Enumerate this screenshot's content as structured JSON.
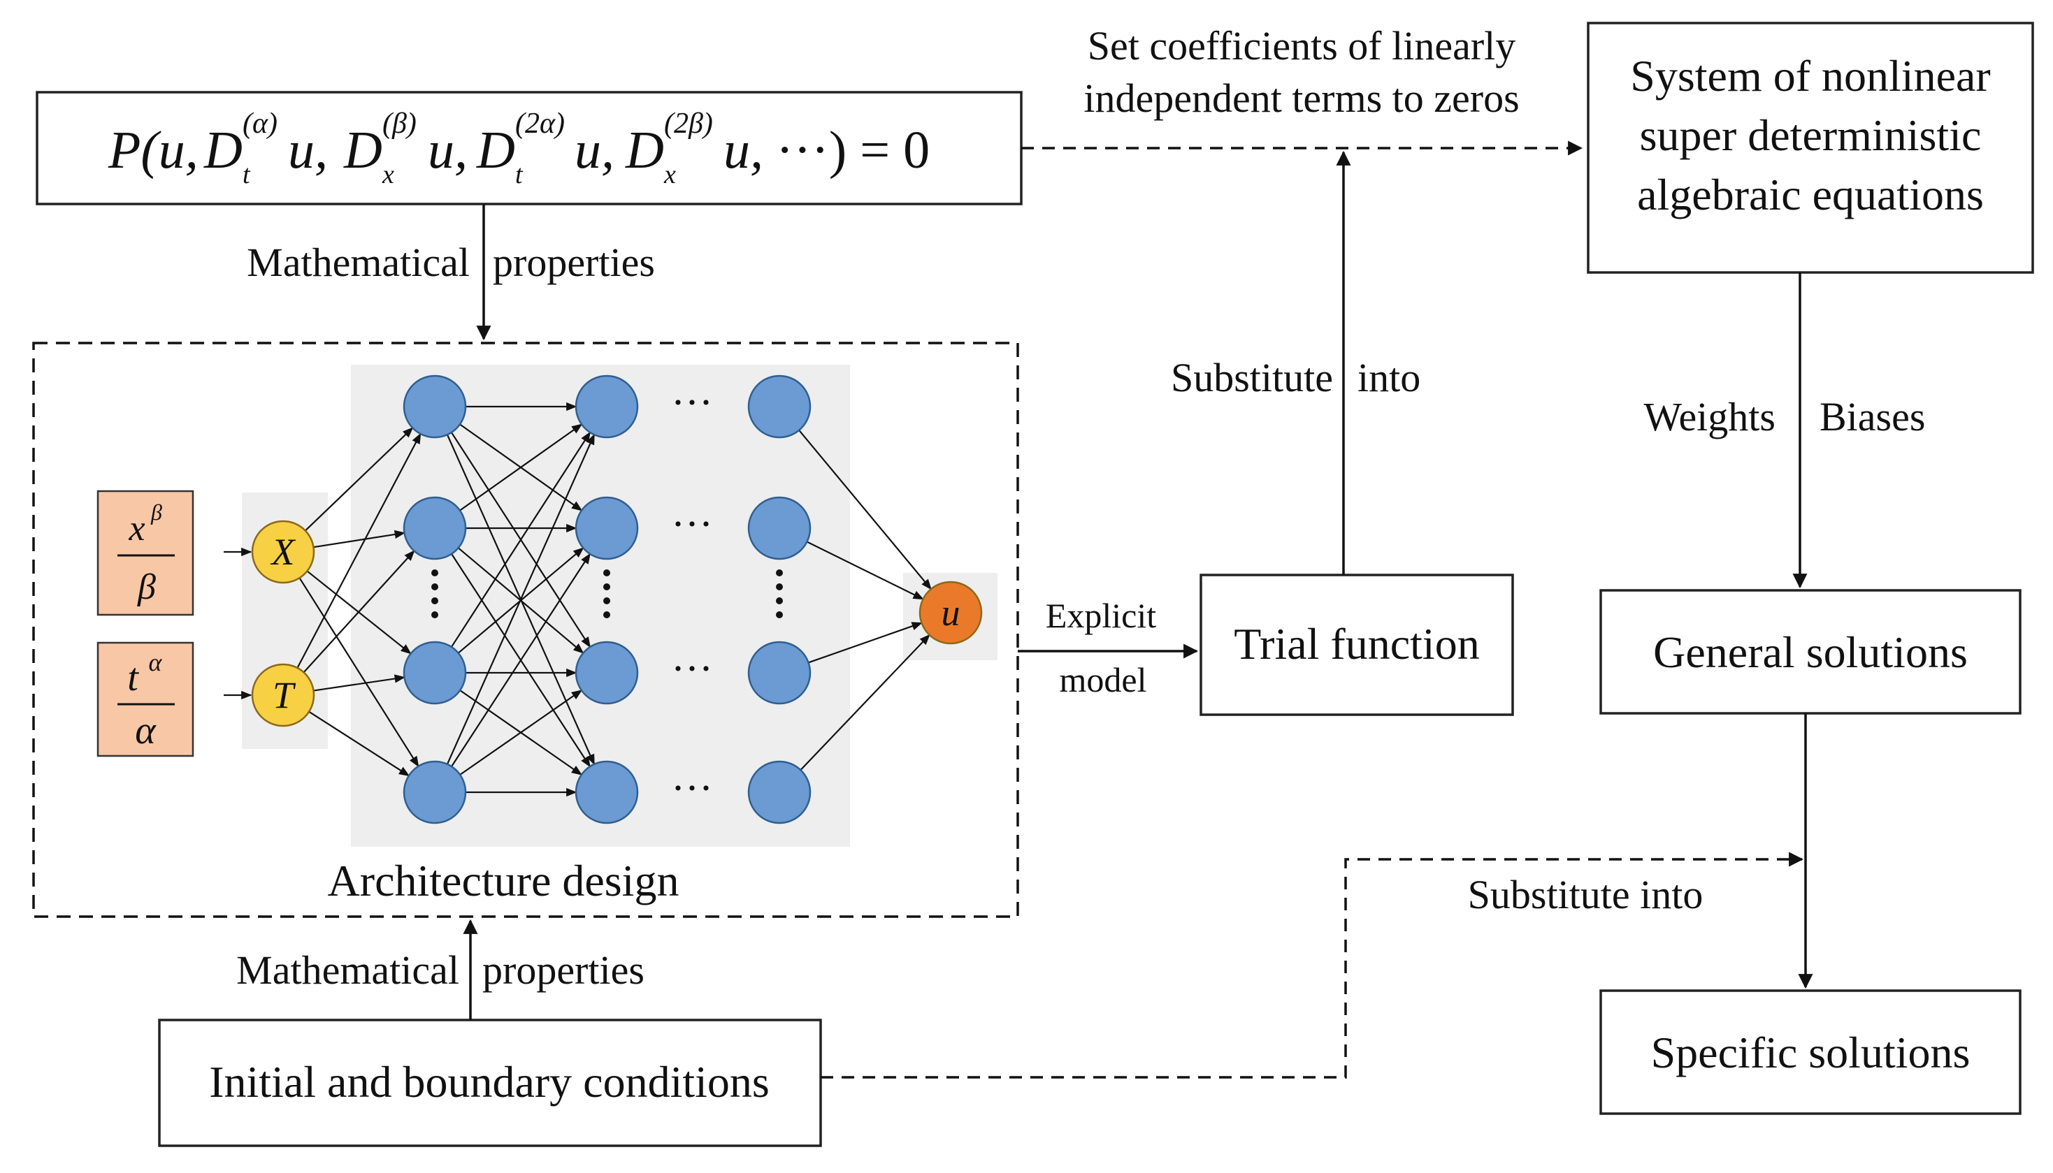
{
  "equation": {
    "prefix": "P(u,",
    "terms": [
      {
        "base": "D",
        "sup": "(α)",
        "sub": "t",
        "tail": "u,"
      },
      {
        "base": "D",
        "sup": "(β)",
        "sub": "x",
        "tail": "u,"
      },
      {
        "base": "D",
        "sup": "(2α)",
        "sub": "t",
        "tail": "u,"
      },
      {
        "base": "D",
        "sup": "(2β)",
        "sub": "x",
        "tail": "u,"
      }
    ],
    "suffix": "···)  =  0"
  },
  "labels": {
    "set_coefficients_1": "Set coefficients of linearly",
    "set_coefficients_2": "independent terms to zeros",
    "math_props_top_left": "Mathematical",
    "math_props_top_right": "properties",
    "math_props_bottom_left": "Mathematical",
    "math_props_bottom_right": "properties",
    "substitute_into_left": "Substitute",
    "substitute_into_right": "into",
    "weights": "Weights",
    "biases": "Biases",
    "explicit": "Explicit",
    "model": "model",
    "architecture_design": "Architecture design",
    "substitute_into_bottom": "Substitute  into"
  },
  "boxes": {
    "system_line1": "System of nonlinear",
    "system_line2": "super deterministic",
    "system_line3": "algebraic equations",
    "trial_function": "Trial function",
    "general_solutions": "General solutions",
    "specific_solutions": "Specific solutions",
    "initial_conditions": "Initial and boundary conditions"
  },
  "network": {
    "input1": {
      "numerator": "x",
      "numerator_sup": "β",
      "denominator": "β"
    },
    "input2": {
      "numerator": "t",
      "numerator_sup": "α",
      "denominator": "α"
    },
    "node_x": "X",
    "node_t": "T",
    "output": "u",
    "ellipsis": "···",
    "vdots": "⋮"
  },
  "colors": {
    "neuron": "#6b9bd2",
    "neuron_stroke": "#2f5f91",
    "input_node": "#f8d044",
    "output_node": "#ea7a2a",
    "input_box": "#f8c7a6",
    "panel": "#eeeeee"
  }
}
